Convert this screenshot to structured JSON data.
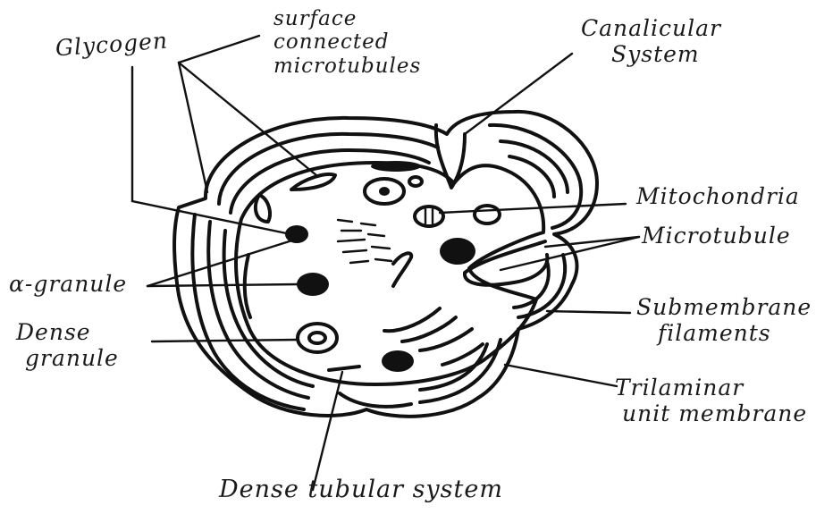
{
  "labels": {
    "glycogen": "Glycogen",
    "surface_line1": "surface",
    "surface_line2": "connected",
    "surface_line3": "microtubules",
    "canalicular_line1": "Canalicular",
    "canalicular_line2": "System",
    "mitochondria": "Mitochondria",
    "microtubule": "Microtubule",
    "submembrane_line1": "Submembrane",
    "submembrane_line2": "filaments",
    "trilaminar_line1": "Trilaminar",
    "trilaminar_line2": "unit membrane",
    "alpha_granule": "α-granule",
    "dense_granule_line1": "Dense",
    "dense_granule_line2": "granule",
    "dense_tubular": "Dense tubular system"
  }
}
